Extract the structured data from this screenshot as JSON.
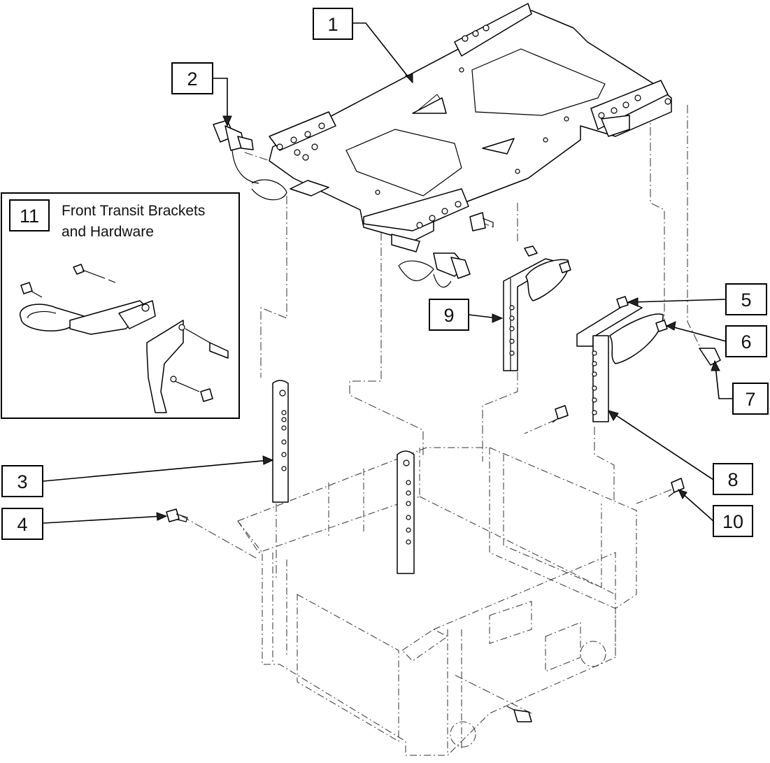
{
  "figure": {
    "callouts": [
      "1",
      "2",
      "3",
      "4",
      "5",
      "6",
      "7",
      "8",
      "9",
      "10",
      "11"
    ],
    "inset": {
      "number": "11",
      "title_line1": "Front Transit Brackets",
      "title_line2": "and Hardware"
    }
  },
  "colors": {
    "line": "#000000",
    "background": "#ffffff",
    "ghost": "#333333"
  }
}
